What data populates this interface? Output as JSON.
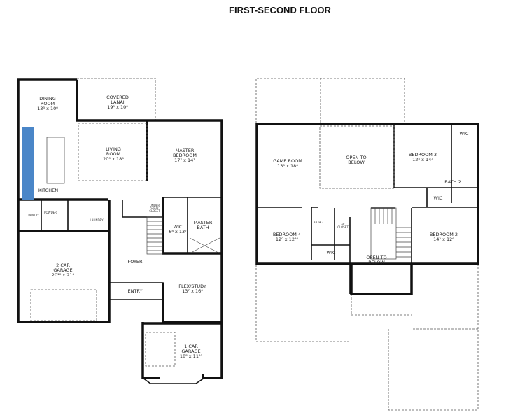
{
  "title": "FIRST-SECOND FLOOR",
  "colors": {
    "wall": "#111111",
    "kitchen_cabinets": "#4a86c8"
  },
  "first_floor": {
    "dining": {
      "l1": "DINING",
      "l2": "ROOM",
      "dim": "13³ x 10⁰"
    },
    "lanai": {
      "l1": "COVERED",
      "l2": "LANAI",
      "dim": "19⁰ x 10⁰"
    },
    "living": {
      "l1": "LIVING",
      "l2": "ROOM",
      "dim": "20⁰ x 18⁶"
    },
    "master": {
      "l1": "MASTER",
      "l2": "BEDROOM",
      "dim": "17⁷ x 14¹"
    },
    "kitchen": "KITCHEN",
    "pantry": "PANTRY",
    "powder": "POWDER",
    "laundry": "LAUNDRY",
    "under_stair": {
      "l1": "UNDER",
      "l2": "STAIR",
      "l3": "CLOSET"
    },
    "wic": {
      "l1": "WIC",
      "dim": "6⁸ x 13⁷"
    },
    "master_bath": {
      "l1": "MASTER",
      "l2": "BATH"
    },
    "garage2": {
      "l1": "2 CAR",
      "l2": "GARAGE",
      "dim": "20¹⁰ x 21⁶"
    },
    "foyer": "FOYER",
    "entry": "ENTRY",
    "flex": {
      "l1": "FLEX/STUDY",
      "dim": "13⁷ x 16⁴"
    },
    "garage1": {
      "l1": "1 CAR",
      "l2": "GARAGE",
      "dim": "18⁸ x 11¹⁰"
    }
  },
  "second_floor": {
    "game": {
      "l1": "GAME ROOM",
      "dim": "13⁵ x 18⁶"
    },
    "open_upper": {
      "l1": "OPEN TO",
      "l2": "BELOW"
    },
    "bed3": {
      "l1": "BEDROOM 3",
      "dim": "12⁵ x 14³"
    },
    "wic_top": "WIC",
    "bath2": "BATH 2",
    "wic_mid": "WIC",
    "bed4": {
      "l1": "BEDROOM 4",
      "dim": "12⁰ x 12¹⁰"
    },
    "bath3": "BATH 3",
    "ac": {
      "l1": "AC",
      "l2": "CLOSET"
    },
    "wic_low": "WIC",
    "open_lower": {
      "l1": "OPEN TO",
      "l2": "BELOW"
    },
    "bed2": {
      "l1": "BEDROOM 2",
      "dim": "14² x 12⁶"
    }
  }
}
